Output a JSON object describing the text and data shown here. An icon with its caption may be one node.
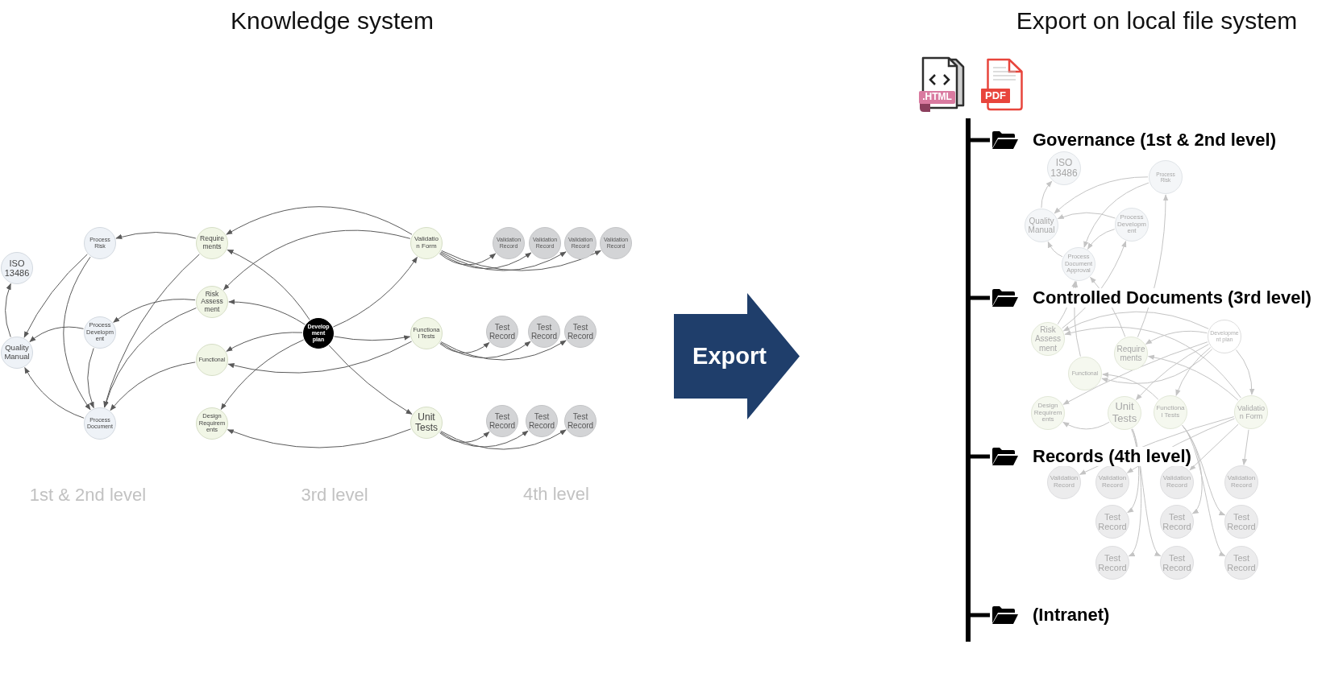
{
  "diagram": {
    "nodes": [
      {
        "text": [
          "ISO 13486"
        ]
      },
      {
        "text": [
          "Quality Manual"
        ]
      },
      {
        "text": [
          "Process Risk"
        ]
      },
      {
        "text": [
          "Process Development"
        ]
      },
      {
        "text": [
          "Process Document"
        ]
      },
      {
        "text": [
          "Requirements"
        ]
      },
      {
        "text": [
          "Risk Assessment"
        ]
      },
      {
        "text": [
          "Functional"
        ]
      },
      {
        "text": [
          "Design Requirements"
        ]
      },
      {
        "text": [
          "Development plan"
        ]
      },
      {
        "text": [
          "Validation Form"
        ]
      },
      {
        "text": [
          "Functional Tests"
        ]
      },
      {
        "text": [
          "Unit Tests"
        ]
      },
      {
        "text": [
          "Validation Record"
        ]
      },
      {
        "text": [
          "Validation Record"
        ]
      },
      {
        "text": [
          "Validation Record"
        ]
      },
      {
        "text": [
          "Validation Record"
        ]
      },
      {
        "text": [
          "Test Record"
        ]
      },
      {
        "text": [
          "Test Record"
        ]
      },
      {
        "text": [
          "Test Record"
        ]
      },
      {
        "text": [
          "Test Record"
        ]
      },
      {
        "text": [
          "Test Record"
        ]
      },
      {
        "text": [
          "Test Record"
        ]
      },
      {
        "text": [
          "Export"
        ]
      },
      {
        "text": [
          "ISO 13486"
        ]
      },
      {
        "text": [
          "Process Risk"
        ]
      },
      {
        "text": [
          "Quality Manual"
        ]
      },
      {
        "text": [
          "Process Development"
        ]
      },
      {
        "text": [
          "Process Document Approval"
        ]
      },
      {
        "text": [
          "Risk Assessment"
        ]
      },
      {
        "text": [
          "Development plan"
        ]
      },
      {
        "text": [
          "Requirements"
        ]
      },
      {
        "text": [
          "Functional"
        ]
      },
      {
        "text": [
          "Design Requirements"
        ]
      },
      {
        "text": [
          "Unit Tests"
        ]
      },
      {
        "text": [
          "Functional Tests"
        ]
      },
      {
        "text": [
          "Validation Form"
        ]
      },
      {
        "text": [
          "Validation Record"
        ]
      },
      {
        "text": [
          "Validation Record"
        ]
      },
      {
        "text": [
          "Validation Record"
        ]
      },
      {
        "text": [
          "Validation Record"
        ]
      },
      {
        "text": [
          "Test Record"
        ]
      },
      {
        "text": [
          "Test Record"
        ]
      },
      {
        "text": [
          "Test Record"
        ]
      },
      {
        "text": [
          "Test Record"
        ]
      },
      {
        "text": [
          "Test Record"
        ]
      },
      {
        "text": [
          "Test Record"
        ]
      }
    ],
    "edges": [
      {
        "from": 1,
        "to": 0,
        "arrow": "to"
      },
      {
        "from": 2,
        "to": 1,
        "arrow": "to"
      },
      {
        "from": 2,
        "to": 4,
        "arrow": "to"
      },
      {
        "from": 5,
        "to": 2,
        "arrow": "to"
      },
      {
        "from": 5,
        "to": 4,
        "arrow": "to"
      },
      {
        "from": 3,
        "to": 1,
        "arrow": "to"
      },
      {
        "from": 3,
        "to": 4,
        "arrow": "to"
      },
      {
        "from": 4,
        "to": 1,
        "arrow": "to"
      },
      {
        "from": 6,
        "to": 3,
        "arrow": "to"
      },
      {
        "from": 6,
        "to": 4,
        "arrow": "to"
      },
      {
        "from": 7,
        "to": 4,
        "arrow": "to"
      },
      {
        "from": 9,
        "to": 5,
        "arrow": "to"
      },
      {
        "from": 9,
        "to": 6,
        "arrow": "to"
      },
      {
        "from": 9,
        "to": 7,
        "arrow": "to"
      },
      {
        "from": 9,
        "to": 8,
        "arrow": "to"
      },
      {
        "from": 9,
        "to": 10,
        "arrow": "to"
      },
      {
        "from": 9,
        "to": 11,
        "arrow": "to"
      },
      {
        "from": 9,
        "to": 12,
        "arrow": "to"
      },
      {
        "from": 10,
        "to": 5,
        "arrow": "to"
      },
      {
        "from": 10,
        "to": 6,
        "arrow": "to"
      },
      {
        "from": 11,
        "to": 7,
        "arrow": "to"
      },
      {
        "from": 12,
        "to": 8,
        "arrow": "to"
      },
      {
        "from": 10,
        "to": 13,
        "arrow": "to"
      },
      {
        "from": 10,
        "to": 14,
        "arrow": "to"
      },
      {
        "from": 10,
        "to": 15,
        "arrow": "to"
      },
      {
        "from": 10,
        "to": 16,
        "arrow": "to"
      },
      {
        "from": 11,
        "to": 17,
        "arrow": "to"
      },
      {
        "from": 11,
        "to": 18,
        "arrow": "to"
      },
      {
        "from": 11,
        "to": 19,
        "arrow": "to"
      },
      {
        "from": 12,
        "to": 20,
        "arrow": "to"
      },
      {
        "from": 12,
        "to": 21,
        "arrow": "to"
      },
      {
        "from": 12,
        "to": 22,
        "arrow": "to"
      },
      {
        "from": 26,
        "to": 24,
        "arrow": "to",
        "color": "#c4c4c4"
      },
      {
        "from": 25,
        "to": 26,
        "arrow": "to",
        "color": "#c4c4c4"
      },
      {
        "from": 25,
        "to": 28,
        "arrow": "to",
        "color": "#c4c4c4"
      },
      {
        "from": 31,
        "to": 25,
        "arrow": "to",
        "color": "#c4c4c4"
      },
      {
        "from": 31,
        "to": 28,
        "arrow": "to",
        "color": "#c4c4c4"
      },
      {
        "from": 27,
        "to": 26,
        "arrow": "to",
        "color": "#c4c4c4"
      },
      {
        "from": 27,
        "to": 28,
        "arrow": "to",
        "color": "#c4c4c4"
      },
      {
        "from": 28,
        "to": 26,
        "arrow": "to",
        "color": "#c4c4c4"
      },
      {
        "from": 29,
        "to": 27,
        "arrow": "to",
        "color": "#c4c4c4"
      },
      {
        "from": 29,
        "to": 28,
        "arrow": "to",
        "color": "#c4c4c4"
      },
      {
        "from": 32,
        "to": 28,
        "arrow": "to",
        "color": "#c4c4c4"
      },
      {
        "from": 30,
        "to": 31,
        "arrow": "to",
        "color": "#c4c4c4"
      },
      {
        "from": 30,
        "to": 29,
        "arrow": "to",
        "color": "#c4c4c4"
      },
      {
        "from": 30,
        "to": 32,
        "arrow": "to",
        "color": "#c4c4c4"
      },
      {
        "from": 30,
        "to": 33,
        "arrow": "to",
        "color": "#c4c4c4"
      },
      {
        "from": 30,
        "to": 36,
        "arrow": "to",
        "color": "#c4c4c4"
      },
      {
        "from": 30,
        "to": 35,
        "arrow": "to",
        "color": "#c4c4c4"
      },
      {
        "from": 30,
        "to": 34,
        "arrow": "to",
        "color": "#c4c4c4"
      },
      {
        "from": 36,
        "to": 31,
        "arrow": "to",
        "color": "#c4c4c4"
      },
      {
        "from": 36,
        "to": 29,
        "arrow": "to",
        "color": "#c4c4c4"
      },
      {
        "from": 35,
        "to": 32,
        "arrow": "to",
        "color": "#c4c4c4"
      },
      {
        "from": 34,
        "to": 33,
        "arrow": "to",
        "color": "#c4c4c4"
      },
      {
        "from": 36,
        "to": 37,
        "arrow": "to",
        "color": "#c4c4c4"
      },
      {
        "from": 36,
        "to": 38,
        "arrow": "to",
        "color": "#c4c4c4"
      },
      {
        "from": 36,
        "to": 39,
        "arrow": "to",
        "color": "#c4c4c4"
      },
      {
        "from": 36,
        "to": 40,
        "arrow": "to",
        "color": "#c4c4c4"
      },
      {
        "from": 35,
        "to": 42,
        "arrow": "to",
        "color": "#c4c4c4"
      },
      {
        "from": 35,
        "to": 43,
        "arrow": "to",
        "color": "#c4c4c4"
      },
      {
        "from": 35,
        "to": 46,
        "arrow": "to",
        "color": "#c4c4c4"
      },
      {
        "from": 34,
        "to": 41,
        "arrow": "to",
        "color": "#c4c4c4"
      },
      {
        "from": 34,
        "to": 44,
        "arrow": "to",
        "color": "#c4c4c4"
      },
      {
        "from": 34,
        "to": 45,
        "arrow": "to",
        "color": "#c4c4c4"
      }
    ],
    "labels": [
      "Knowledge system",
      "Export on local file system",
      ".HTML",
      "PDF",
      "Governance (1st & 2nd level)",
      "Controlled Documents (3rd level)",
      "Records (4th level)",
      "1st & 2nd level",
      "3rd level",
      "4th level",
      "(Intranet)"
    ]
  }
}
